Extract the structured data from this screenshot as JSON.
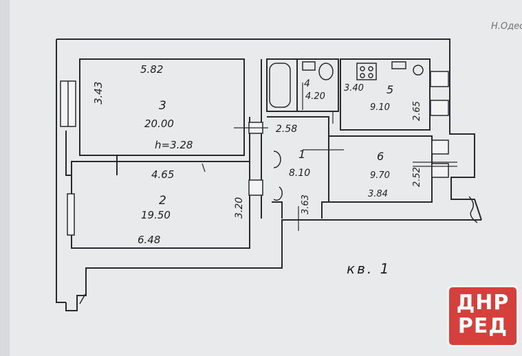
{
  "plan": {
    "apartment_label": "кв. 1",
    "faint_corner_text": "Н.Одесса",
    "rooms": [
      {
        "id": "room-3",
        "number": "3",
        "area": "20.00",
        "dims": [
          "5.82",
          "3.43"
        ],
        "height": "h=3.28"
      },
      {
        "id": "room-2",
        "number": "2",
        "area": "19.50",
        "dims": [
          "4.65",
          "6.48",
          "3.20"
        ]
      },
      {
        "id": "room-1",
        "number": "1",
        "area": "8.10",
        "dims": [
          "2.58",
          "3.63"
        ]
      },
      {
        "id": "room-4",
        "number": "4",
        "area": "4.20",
        "dims": []
      },
      {
        "id": "room-5",
        "number": "5",
        "area": "9.10",
        "dims": [
          "3.40",
          "2.65"
        ]
      },
      {
        "id": "room-6",
        "number": "6",
        "area": "9.70",
        "dims": [
          "2.52",
          "3.84"
        ]
      }
    ]
  },
  "watermark": {
    "line1": "ДНР",
    "line2": "РЕД",
    "color": "#d6403c"
  }
}
